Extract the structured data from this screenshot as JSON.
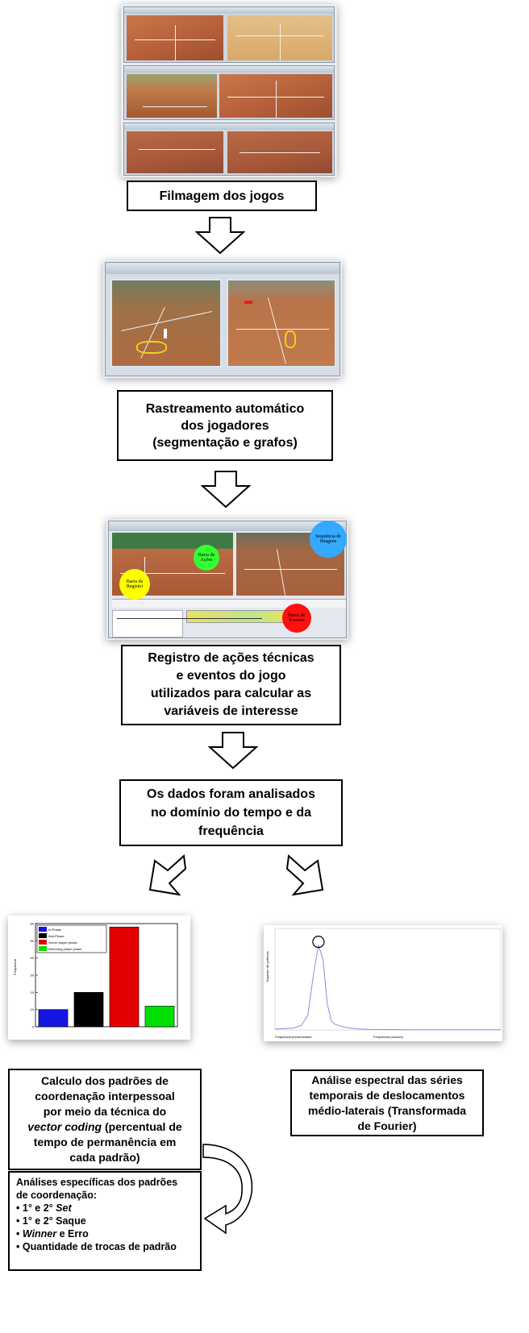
{
  "steps": {
    "step1": {
      "line1": "Filmagem dos jogos"
    },
    "step2": {
      "line1": "Rastreamento automático",
      "line2": "dos jogadores",
      "line3": "(segmentação e grafos)"
    },
    "step3": {
      "line1": "Registro de ações técnicas",
      "line2": "e eventos do jogo",
      "line3": "utilizados para calcular as",
      "line4": "variáveis de interesse",
      "bubbles": {
        "yellow": "Barra de Registro",
        "green": "Barra de Ações",
        "blue": "Sequência de Imagens",
        "red": "Barra de Eventos"
      }
    },
    "step4": {
      "line1": "Os dados foram analisados",
      "line2": "no domínio do tempo e da",
      "line3": "frequência"
    },
    "left_result": {
      "line1": "Calculo dos padrões de",
      "line2": "coordenação interpessoal",
      "line3": "por meio da técnica do",
      "line4_italic": "vector coding",
      "line4_rest": " (percentual de",
      "line5": "tempo de permanência em",
      "line6": "cada padrão)"
    },
    "right_result": {
      "line1": "Análise espectral das séries",
      "line2": "temporais de deslocamentos",
      "line3": "médio-laterais (Transformada",
      "line4": "de Fourier)"
    },
    "analyses": {
      "title1": "Análises específicas dos padrões",
      "title2": "de coordenação:",
      "items": [
        {
          "bullet": "•",
          "pre": "1° e 2° ",
          "italic": "Set",
          "post": ""
        },
        {
          "bullet": "•",
          "pre": "1° e 2° Saque",
          "italic": "",
          "post": ""
        },
        {
          "bullet": "•",
          "pre": "",
          "italic": "Winner",
          "post": " e Erro"
        },
        {
          "bullet": "•",
          "pre": "Quantidade de trocas de padrão",
          "italic": "",
          "post": ""
        }
      ]
    }
  },
  "bar_chart_legend": {
    "items": [
      "In-Phase",
      "Anti-Phase",
      "Server player phase",
      "Returning player phase"
    ],
    "ylabel": "Frequência"
  },
  "spectrum_chart_text": {
    "ylabel": "Espectro de potência",
    "xlabel": "Frequência (ciclos/s)",
    "corner_label": "Frequência predominante"
  },
  "chart_data": [
    {
      "type": "bar",
      "categories": [
        "In-Phase",
        "Anti-Phase",
        "Server player phase",
        "Returning player phase"
      ],
      "series": [
        {
          "values": [
            10,
            20,
            58,
            12
          ]
        }
      ],
      "colors": [
        "#1515e0",
        "#000000",
        "#e30000",
        "#00e000"
      ],
      "ylim": [
        0,
        60
      ],
      "ticks": [
        "60",
        "50",
        "40",
        "30",
        "20",
        "10",
        "0"
      ],
      "legend": "top-left"
    },
    {
      "type": "line",
      "x": [
        0,
        0.05,
        0.1,
        0.15,
        0.2,
        0.25,
        0.3,
        0.35,
        0.4,
        0.45,
        0.5,
        0.6,
        0.7,
        0.8,
        1,
        1.5,
        2,
        3,
        4,
        5
      ],
      "series": [
        {
          "values": [
            0.5,
            1,
            2.5,
            8,
            30,
            46,
            38,
            14,
            5,
            3,
            2.5,
            1.5,
            1,
            0.6,
            0.3,
            0.2,
            0.1,
            0.1,
            0.1,
            0.1
          ]
        }
      ],
      "ylim": [
        0,
        55
      ],
      "peak_marked": true,
      "color": "#8a8ae6"
    }
  ]
}
